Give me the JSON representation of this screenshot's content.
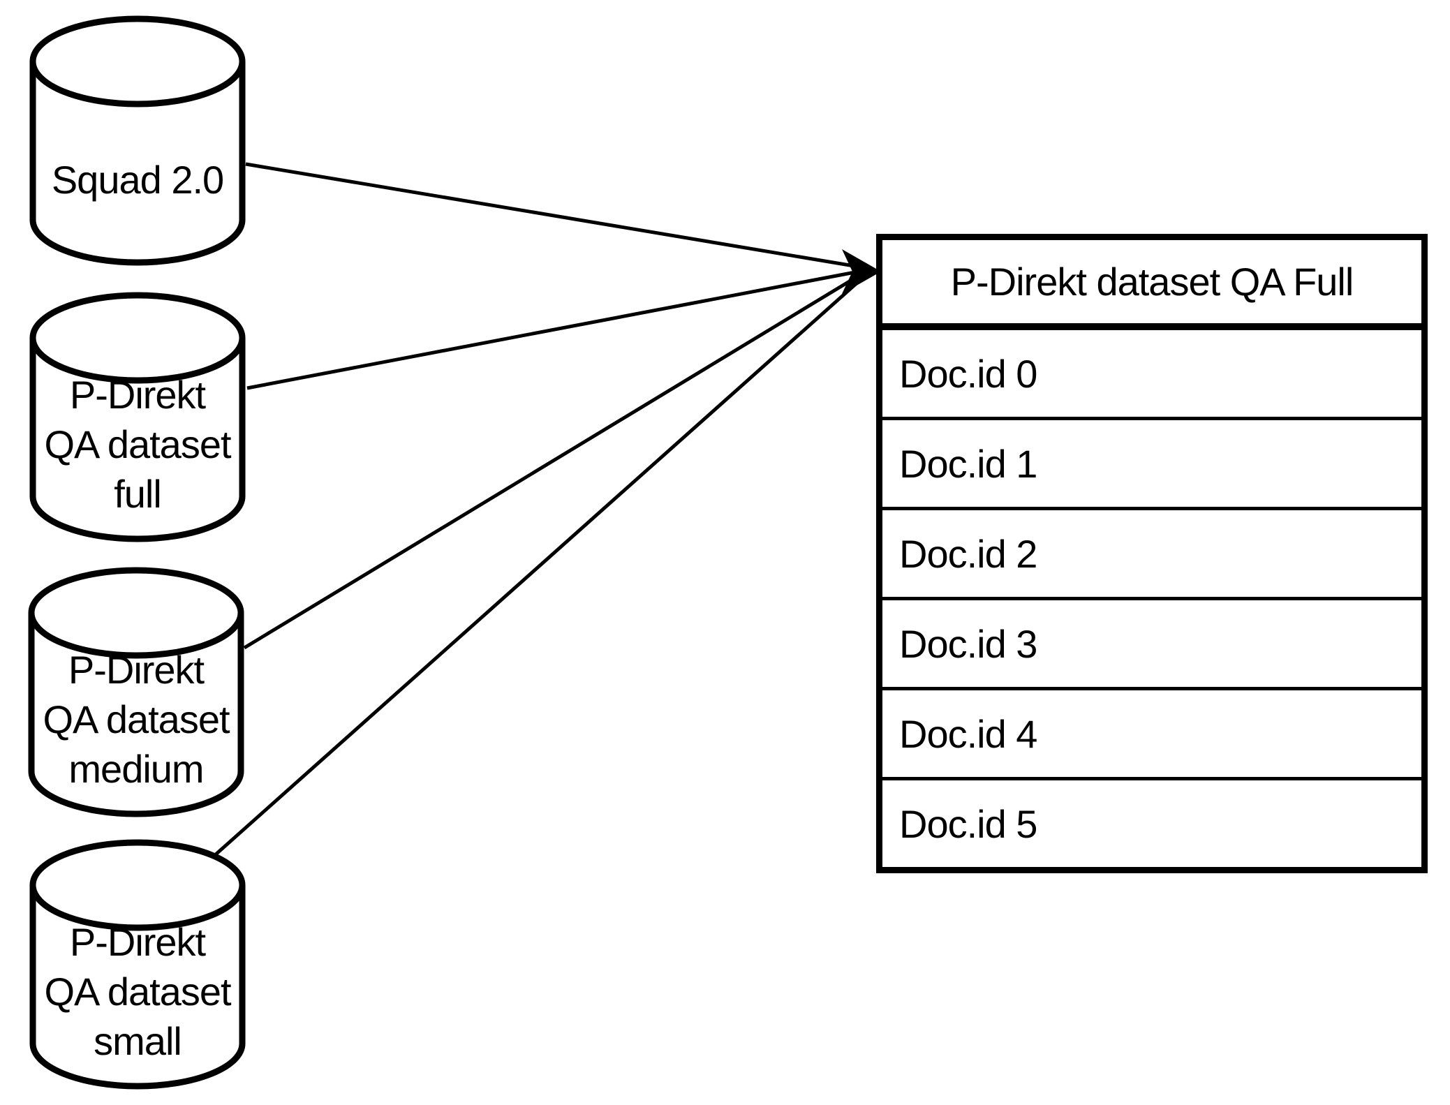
{
  "cylinders": [
    {
      "label": "Squad 2.0"
    },
    {
      "label": "P-Direkt\nQA dataset\nfull"
    },
    {
      "label": "P-Direkt\nQA dataset\nmedium"
    },
    {
      "label": "P-Direkt\nQA dataset\nsmall"
    }
  ],
  "table": {
    "header": "P-Direkt dataset QA Full",
    "rows": [
      "Doc.id 0",
      "Doc.id 1",
      "Doc.id 2",
      "Doc.id 3",
      "Doc.id 4",
      "Doc.id 5"
    ]
  },
  "colors": {
    "stroke": "#000000",
    "background": "#ffffff"
  }
}
